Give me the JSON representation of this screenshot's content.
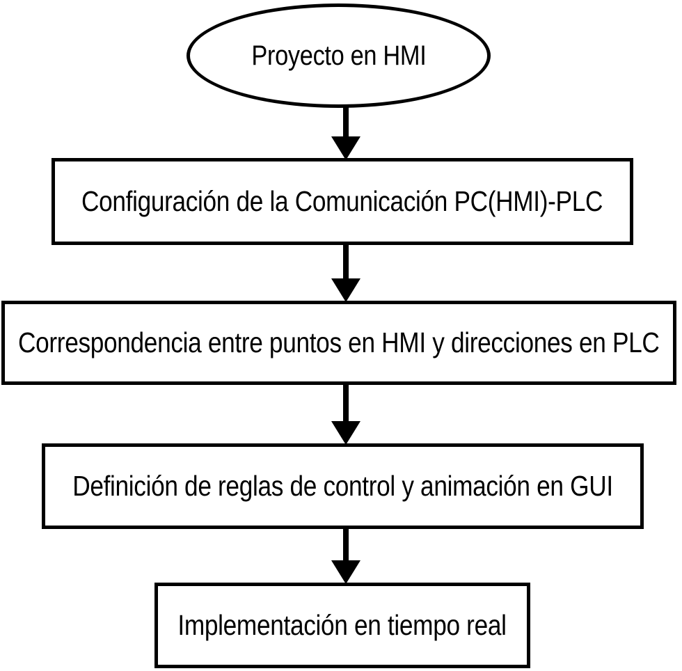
{
  "diagram": {
    "title": "Proyecto en HMI",
    "orientation": "top-to-bottom",
    "background_color": "#ffffff",
    "stroke_color": "#000000",
    "text_color": "#000000",
    "nodes": [
      {
        "id": "start",
        "shape": "ellipse",
        "label": "Proyecto en HMI"
      },
      {
        "id": "config",
        "shape": "rectangle",
        "label": "Configuración de la Comunicación PC(HMI)-PLC"
      },
      {
        "id": "mapping",
        "shape": "rectangle",
        "label": "Correspondencia entre puntos en HMI y direcciones en PLC"
      },
      {
        "id": "rules",
        "shape": "rectangle",
        "label": "Definición de reglas de control y animación en GUI"
      },
      {
        "id": "impl",
        "shape": "rectangle",
        "label": "Implementación en tiempo real"
      }
    ],
    "edges": [
      {
        "id": "start-config",
        "from": "start",
        "to": "config",
        "style": "solid-arrow"
      },
      {
        "id": "config-mapping",
        "from": "config",
        "to": "mapping",
        "style": "solid-arrow"
      },
      {
        "id": "mapping-rules",
        "from": "mapping",
        "to": "rules",
        "style": "solid-arrow"
      },
      {
        "id": "rules-impl",
        "from": "rules",
        "to": "impl",
        "style": "solid-arrow"
      }
    ]
  }
}
